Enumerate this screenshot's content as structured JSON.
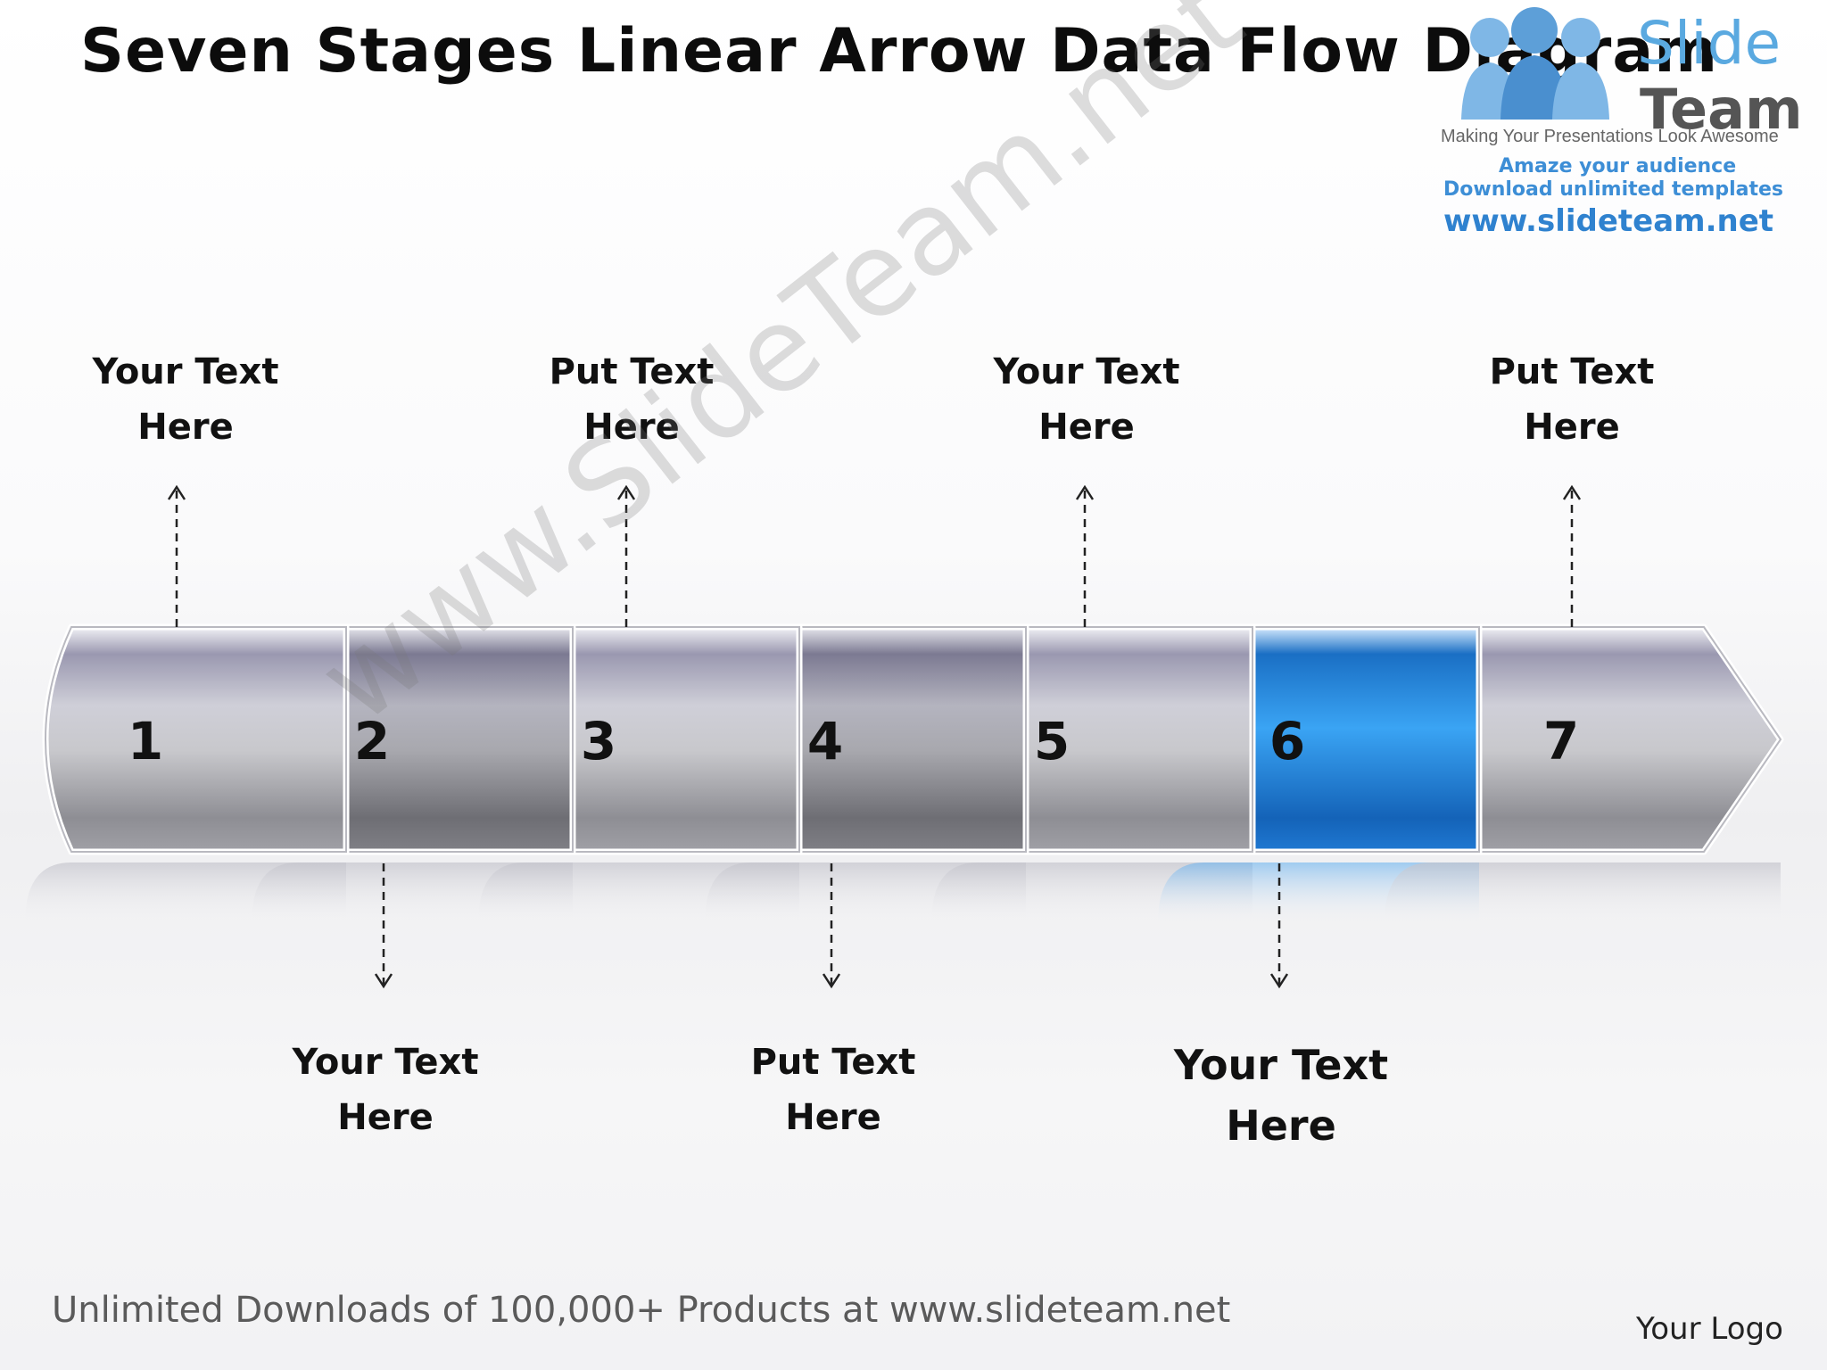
{
  "title": "Seven Stages Linear Arrow Data Flow Diagram",
  "brand": {
    "slide": "Slide",
    "team": "Team",
    "tagline": "Making Your Presentations Look Awesome",
    "line1": "Amaze your audience",
    "line2": "Download unlimited templates",
    "url": "www.slideteam.net"
  },
  "stages": [
    {
      "number": "1",
      "highlight": false
    },
    {
      "number": "2",
      "highlight": false
    },
    {
      "number": "3",
      "highlight": false
    },
    {
      "number": "4",
      "highlight": false
    },
    {
      "number": "5",
      "highlight": false
    },
    {
      "number": "6",
      "highlight": true
    },
    {
      "number": "7",
      "highlight": false
    }
  ],
  "top_labels": [
    {
      "line1": "Your Text",
      "line2": "Here"
    },
    {
      "line1": "Put Text",
      "line2": "Here"
    },
    {
      "line1": "Your Text",
      "line2": "Here"
    },
    {
      "line1": "Put Text",
      "line2": "Here"
    }
  ],
  "bottom_labels": [
    {
      "line1": "Your Text",
      "line2": "Here"
    },
    {
      "line1": "Put Text",
      "line2": "Here"
    },
    {
      "line1": "Your Text",
      "line2": "Here"
    }
  ],
  "watermark": "www.SlideTeam.net",
  "footer": "Unlimited Downloads of 100,000+ Products at www.slideteam.net",
  "your_logo": "Your Logo",
  "colors": {
    "segment_gray": "#a6a6ae",
    "segment_dark": "#8b8b94",
    "highlight_blue": "#1f86e0"
  }
}
